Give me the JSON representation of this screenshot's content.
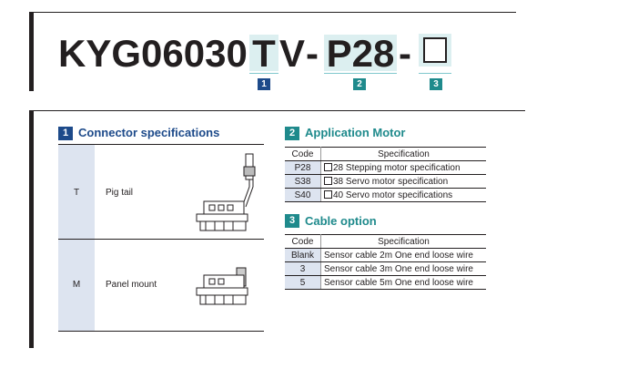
{
  "header": {
    "code_base": "KYG06030",
    "code_t": "T",
    "code_v": "V",
    "dash": "-",
    "code_p28": "P28",
    "markers": [
      "1",
      "2",
      "3"
    ]
  },
  "connector": {
    "number": "1",
    "title": "Connector specifications",
    "rows": [
      {
        "code": "T",
        "label": "Pig tail"
      },
      {
        "code": "M",
        "label": "Panel mount"
      }
    ]
  },
  "motor": {
    "number": "2",
    "title": "Application Motor",
    "headers": [
      "Code",
      "Specification"
    ],
    "rows": [
      {
        "code": "P28",
        "spec": "28 Stepping motor specification"
      },
      {
        "code": "S38",
        "spec": "38 Servo motor specification"
      },
      {
        "code": "S40",
        "spec": "40 Servo motor specifications"
      }
    ]
  },
  "cable": {
    "number": "3",
    "title": "Cable option",
    "headers": [
      "Code",
      "Specification"
    ],
    "rows": [
      {
        "code": "Blank",
        "spec": "Sensor cable 2m One end loose wire"
      },
      {
        "code": "3",
        "spec": "Sensor cable 3m One end loose wire"
      },
      {
        "code": "5",
        "spec": "Sensor cable 5m One end loose wire"
      }
    ]
  },
  "colors": {
    "navy": "#1d4a8a",
    "teal": "#1f8a8c",
    "highlight": "#dceff0",
    "key_cell": "#dde4f0"
  }
}
